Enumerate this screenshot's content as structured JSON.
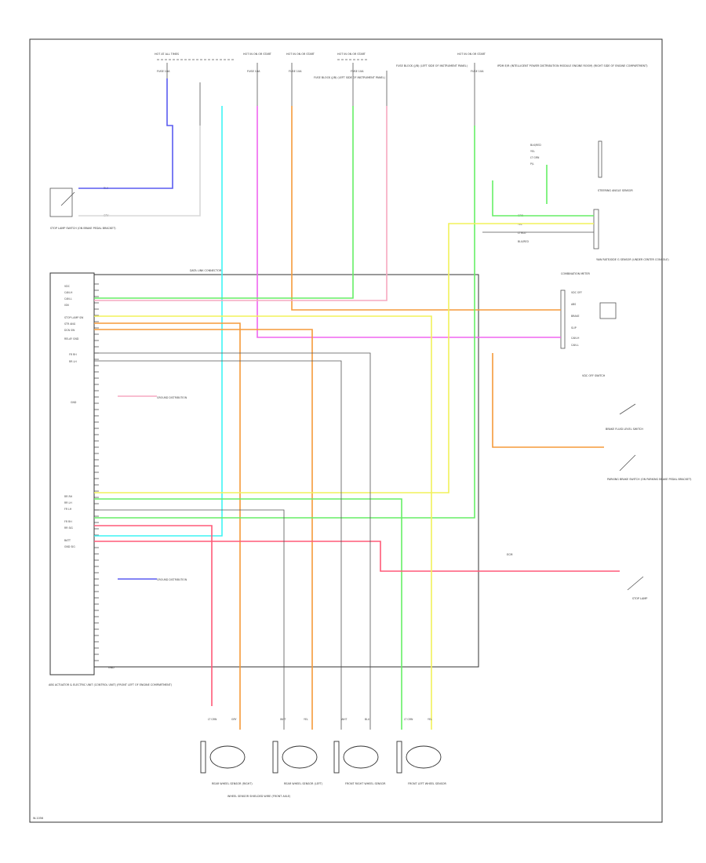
{
  "diagram": {
    "footer_code": "W-1056",
    "colors": {
      "blue": "#5a5cf0",
      "cyan": "#3ff3f3",
      "magenta": "#f066f0",
      "orange": "#f59a3a",
      "green": "#66ee66",
      "pink": "#f6a8c0",
      "red": "#ff5a78",
      "yellow": "#f2f25a",
      "gray": "#9a9a9a",
      "white_wire": "#d8d8d8"
    },
    "fuses": {
      "f1": {
        "label": "HOT AT ALL TIMES",
        "fuse": "FUSE 10A"
      },
      "f2": {
        "label": "HOT IN ON OR START",
        "fuse": "FUSE 10A"
      },
      "f3": {
        "label": "HOT IN ON OR START",
        "fuse": "FUSE 10A"
      },
      "f4": {
        "label": "HOT IN ON OR START",
        "fuse": "FUSE 10A"
      },
      "f5": {
        "label": "HOT IN ON OR START",
        "fuse": "FUSE 10A"
      }
    },
    "fuse_notes": {
      "n1": "FUSE BLOCK (J/B) (LEFT SIDE OF INSTRUMENT PANEL)",
      "n2": "FUSE BLOCK (J/B) (LEFT SIDE OF INSTRUMENT PANEL)",
      "n3": "IPDM E/R (INTELLIGENT POWER DISTRIBUTION MODULE ENGINE ROOM) (RIGHT SIDE OF ENGINE COMPARTMENT)"
    },
    "left_switch": {
      "name": "STOP LAMP SWITCH (ON BRAKE PEDAL BRACKET)",
      "wire1": "BLU",
      "wire2": "GRY"
    },
    "abs_module": {
      "name": "ABS ACTUATOR & ELECTRIC UNIT (CONTROL UNIT) (FRONT LEFT OF ENGINE COMPARTMENT)",
      "pins_top": [
        "VDC",
        "CAN-H",
        "CAN-L",
        "IGN",
        "STOP LAMP SW",
        "STR ANG",
        "DCN SW",
        "RELAY GND"
      ],
      "pins_mid": [
        "FR RH",
        "RR LH"
      ],
      "pin_ground": "GND",
      "pins_low": [
        "RR RH",
        "RR LH",
        "FR LH",
        "FR RH",
        "RR SIG",
        "BATT",
        "GND SIG"
      ],
      "pin_bottom": "GND",
      "ground_note": "GROUND DISTRIBUTION"
    },
    "data_link_splice": "DATA LINK CONNECTOR",
    "steering_sensor": {
      "name": "STEERING ANGLE SENSOR",
      "wires": [
        "BLK/RED",
        "YEL",
        "LT GRN",
        "P/L"
      ]
    },
    "yaw_sensor": {
      "name": "YAW RATE/SIDE G SENSOR (UNDER CENTER CONSOLE)",
      "wires": [
        "GRN",
        "YEL",
        "LT BLU",
        "BLU/RED"
      ]
    },
    "combination_meter": {
      "name": "COMBINATION METER",
      "lines": [
        "VDC OFF",
        "ABS",
        "BRAKE",
        "SLIP",
        "CAN-H",
        "CAN-L"
      ]
    },
    "right_components": {
      "vdc_off_switch": "VDC OFF SWITCH",
      "brake_fluid_switch": "BRAKE FLUID LEVEL SWITCH",
      "parking_brake_switch": "PARKING BRAKE SWITCH (ON PARKING BRAKE PEDAL BRACKET)",
      "stop_lamp": "STOP LAMP",
      "ecm": "ECM"
    },
    "wheel_sensors": [
      {
        "name": "REAR WHEEL SENSOR (RIGHT)",
        "wires": [
          "LT GRN",
          "GRY"
        ]
      },
      {
        "name": "REAR WHEEL SENSOR (LEFT)",
        "wires": [
          "WHT",
          "YEL"
        ]
      },
      {
        "name": "FRONT RIGHT WHEEL SENSOR",
        "wires": [
          "WHT",
          "BLU"
        ]
      },
      {
        "name": "FRONT LEFT WHEEL SENSOR",
        "wires": [
          "LT GRN",
          "YEL"
        ]
      }
    ],
    "wheel_sensor_note": "WHEEL SENSOR SHIELDED WIRE (FRONT AXLE)"
  }
}
